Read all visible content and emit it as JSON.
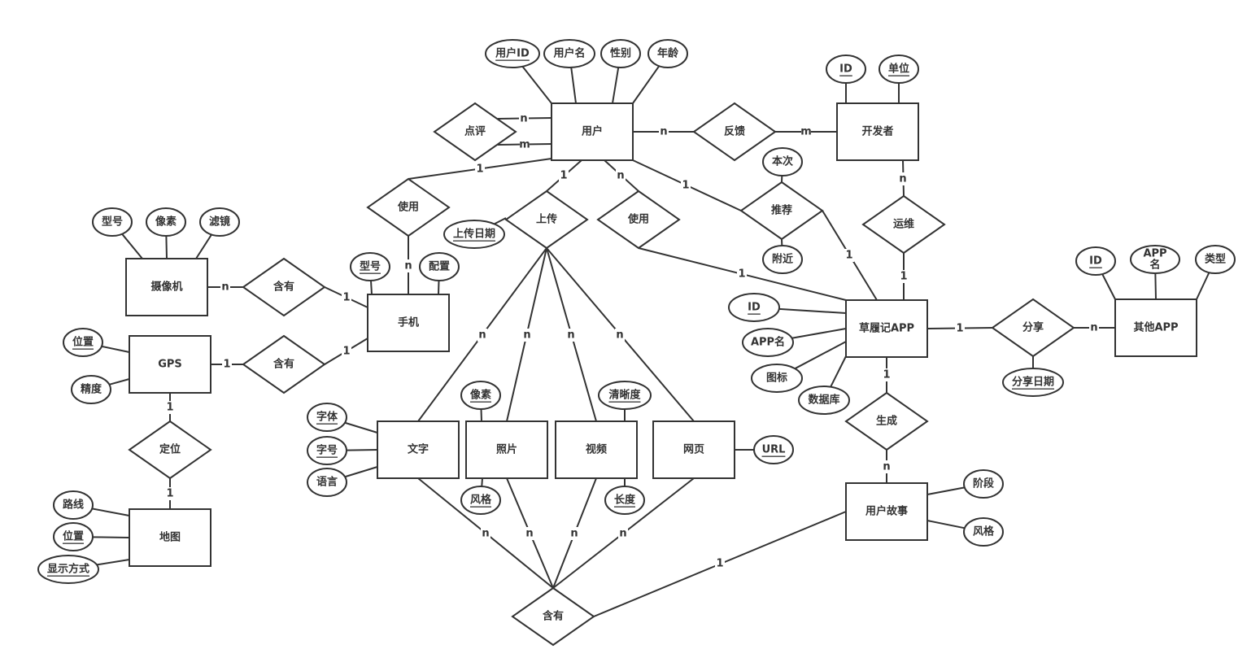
{
  "diagram": {
    "type": "er-diagram",
    "entities": {
      "user": "用户",
      "developer": "开发者",
      "app": "草履记APP",
      "other_app": "其他APP",
      "phone": "手机",
      "camera": "摄像机",
      "gps": "GPS",
      "map": "地图",
      "text": "文字",
      "photo": "照片",
      "video": "视频",
      "webpage": "网页",
      "story": "用户故事"
    },
    "relationships": {
      "review": "点评",
      "feedback": "反馈",
      "use_phone": "使用",
      "upload": "上传",
      "use_app": "使用",
      "recommend": "推荐",
      "maintain": "运维",
      "share": "分享",
      "generate": "生成",
      "contain_camera": "含有",
      "contain_gps": "含有",
      "locate": "定位",
      "contain_media": "含有"
    },
    "attributes": {
      "user_id": {
        "label": "用户ID",
        "key": true
      },
      "user_name": {
        "label": "用户名",
        "key": false
      },
      "user_gender": {
        "label": "性别",
        "key": false
      },
      "user_age": {
        "label": "年龄",
        "key": false
      },
      "dev_id": {
        "label": "ID",
        "key": true
      },
      "dev_unit": {
        "label": "单位",
        "key": true
      },
      "rec_this": {
        "label": "本次",
        "key": false
      },
      "rec_near": {
        "label": "附近",
        "key": false
      },
      "upload_date": {
        "label": "上传日期",
        "key": true
      },
      "phone_model": {
        "label": "型号",
        "key": true
      },
      "phone_config": {
        "label": "配置",
        "key": false
      },
      "cam_model": {
        "label": "型号",
        "key": false
      },
      "cam_pixel": {
        "label": "像素",
        "key": false
      },
      "cam_filter": {
        "label": "滤镜",
        "key": false
      },
      "gps_pos": {
        "label": "位置",
        "key": true
      },
      "gps_acc": {
        "label": "精度",
        "key": false
      },
      "map_route": {
        "label": "路线",
        "key": false
      },
      "map_pos": {
        "label": "位置",
        "key": true
      },
      "map_display": {
        "label": "显示方式",
        "key": true
      },
      "text_font": {
        "label": "字体",
        "key": true
      },
      "text_size": {
        "label": "字号",
        "key": true
      },
      "text_lang": {
        "label": "语言",
        "key": false
      },
      "photo_pixel": {
        "label": "像素",
        "key": true
      },
      "photo_style": {
        "label": "风格",
        "key": true
      },
      "video_clarity": {
        "label": "清晰度",
        "key": true
      },
      "video_length": {
        "label": "长度",
        "key": true
      },
      "web_url": {
        "label": "URL",
        "key": true
      },
      "app_id": {
        "label": "ID",
        "key": true
      },
      "app_name": {
        "label": "APP名",
        "key": false
      },
      "app_icon": {
        "label": "图标",
        "key": false
      },
      "app_db": {
        "label": "数据库",
        "key": false
      },
      "other_id": {
        "label": "ID",
        "key": true
      },
      "other_name": {
        "label": "APP\n名",
        "key": false
      },
      "other_type": {
        "label": "类型",
        "key": false
      },
      "share_date": {
        "label": "分享日期",
        "key": true
      },
      "story_stage": {
        "label": "阶段",
        "key": false
      },
      "story_style": {
        "label": "风格",
        "key": false
      }
    },
    "edges": [
      {
        "from": "review",
        "to": "user",
        "card": "n",
        "side": "top"
      },
      {
        "from": "review",
        "to": "user",
        "card": "m",
        "side": "bottom"
      },
      {
        "from": "user",
        "to": "feedback",
        "card": "n"
      },
      {
        "from": "feedback",
        "to": "developer",
        "card": "m"
      },
      {
        "from": "user",
        "to": "use_phone",
        "card": "1"
      },
      {
        "from": "use_phone",
        "to": "phone",
        "card": "n"
      },
      {
        "from": "user",
        "to": "upload",
        "card": "1"
      },
      {
        "from": "user",
        "to": "use_app",
        "card": "n"
      },
      {
        "from": "use_app",
        "to": "app",
        "card": "1"
      },
      {
        "from": "user",
        "to": "recommend",
        "card": "1"
      },
      {
        "from": "recommend",
        "to": "app",
        "card": "1"
      },
      {
        "from": "developer",
        "to": "maintain",
        "card": "n"
      },
      {
        "from": "maintain",
        "to": "app",
        "card": "1"
      },
      {
        "from": "app",
        "to": "share",
        "card": "1"
      },
      {
        "from": "share",
        "to": "other_app",
        "card": "n"
      },
      {
        "from": "app",
        "to": "generate",
        "card": "1"
      },
      {
        "from": "generate",
        "to": "story",
        "card": "n"
      },
      {
        "from": "camera",
        "to": "contain_camera",
        "card": "n"
      },
      {
        "from": "contain_camera",
        "to": "phone",
        "card": "1"
      },
      {
        "from": "gps",
        "to": "contain_gps",
        "card": "1"
      },
      {
        "from": "contain_gps",
        "to": "phone",
        "card": "1"
      },
      {
        "from": "gps",
        "to": "locate",
        "card": "1"
      },
      {
        "from": "locate",
        "to": "map",
        "card": "1"
      },
      {
        "from": "upload",
        "to": "text",
        "card": "n"
      },
      {
        "from": "upload",
        "to": "photo",
        "card": "n"
      },
      {
        "from": "upload",
        "to": "video",
        "card": "n"
      },
      {
        "from": "upload",
        "to": "webpage",
        "card": "n"
      },
      {
        "from": "text",
        "to": "contain_media",
        "card": "n"
      },
      {
        "from": "photo",
        "to": "contain_media",
        "card": "n"
      },
      {
        "from": "video",
        "to": "contain_media",
        "card": "n"
      },
      {
        "from": "webpage",
        "to": "contain_media",
        "card": "n"
      },
      {
        "from": "story",
        "to": "contain_media",
        "card": "1"
      }
    ],
    "colors": {
      "stroke": "#333333",
      "fill": "#ffffff",
      "text": "#333333"
    }
  }
}
